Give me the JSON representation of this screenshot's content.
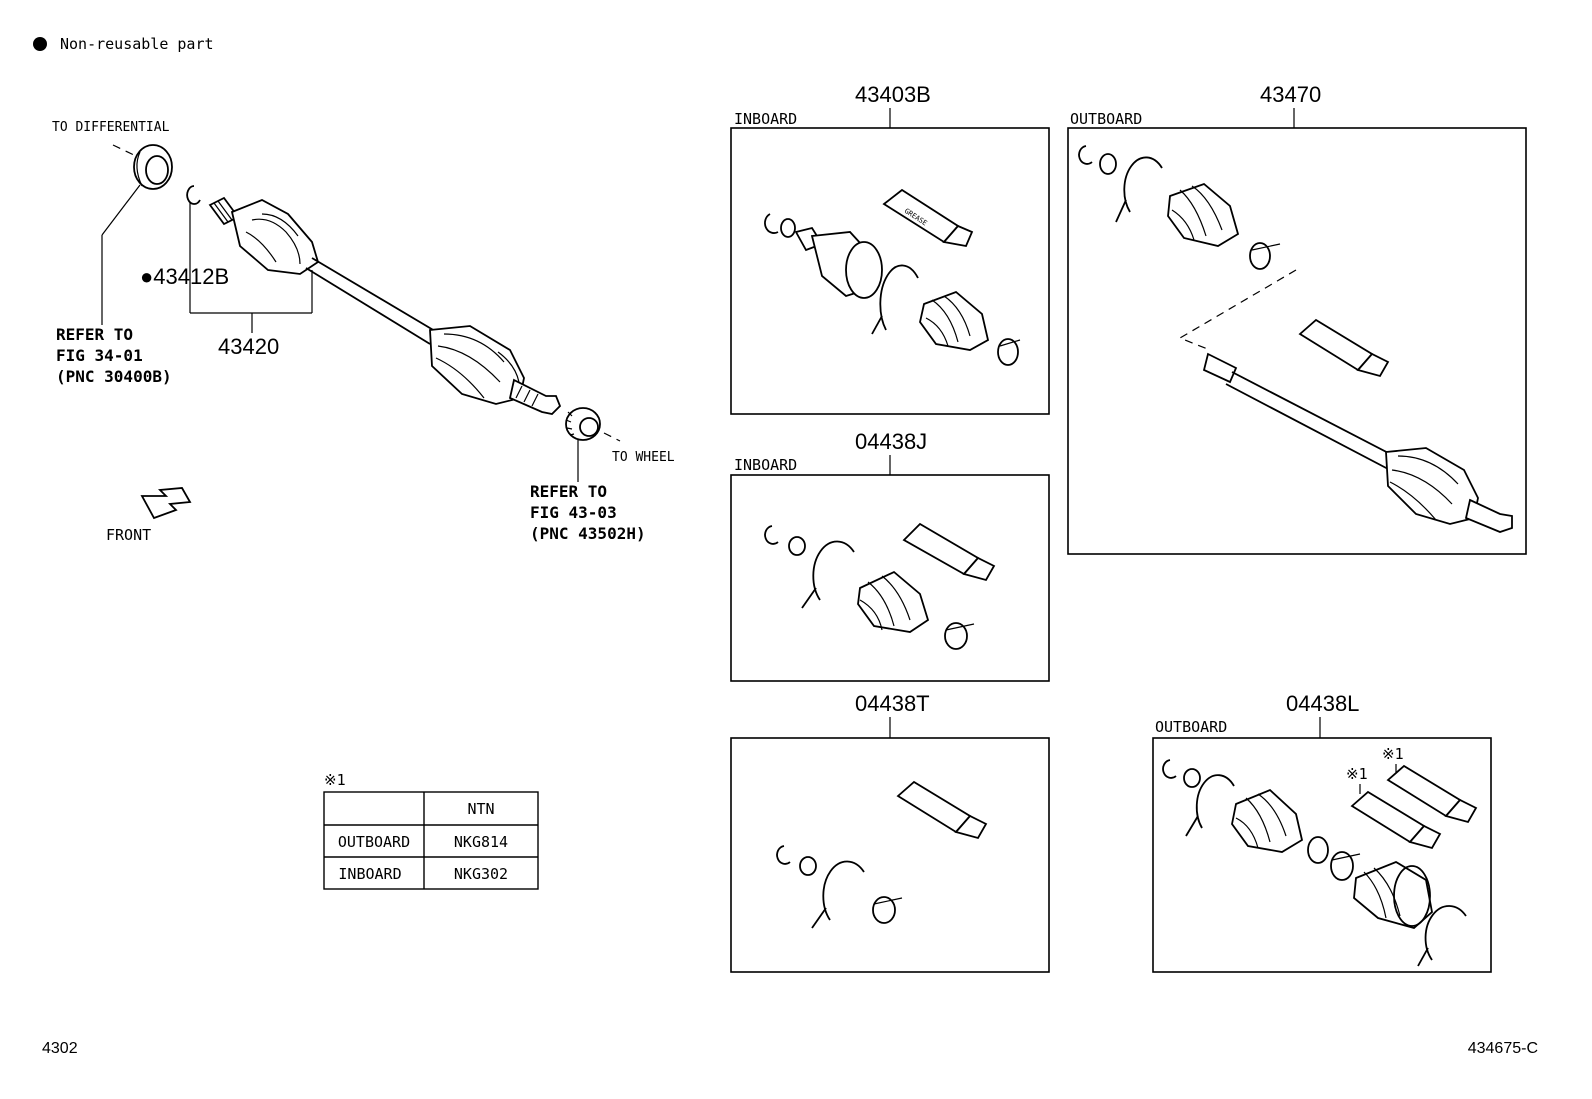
{
  "legend": {
    "symbol": "●",
    "text": "Non-reusable part"
  },
  "main_assembly": {
    "to_differential": "TO DIFFERENTIAL",
    "to_wheel": "TO WHEEL",
    "front": "FRONT",
    "pnc_43412b": "●43412B",
    "pnc_43420": "43420",
    "refer_left": [
      "REFER TO",
      "FIG 34-01",
      "(PNC 30400B)"
    ],
    "refer_right": [
      "REFER TO",
      "FIG 43-03",
      "(PNC 43502H)"
    ]
  },
  "kits": [
    {
      "id": "kit-43403b",
      "pnc": "43403B",
      "side": "INBOARD"
    },
    {
      "id": "kit-43470",
      "pnc": "43470",
      "side": "OUTBOARD"
    },
    {
      "id": "kit-04438j",
      "pnc": "04438J",
      "side": "INBOARD"
    },
    {
      "id": "kit-04438t",
      "pnc": "04438T",
      "side": ""
    },
    {
      "id": "kit-04438l",
      "pnc": "04438L",
      "side": "OUTBOARD",
      "notes": [
        "※1",
        "※1"
      ]
    }
  ],
  "grease_label": "GREASE",
  "note_table": {
    "mark": "※1",
    "header": [
      "",
      "NTN"
    ],
    "rows": [
      [
        "OUTBOARD",
        "NKG814"
      ],
      [
        "INBOARD",
        "NKG302"
      ]
    ]
  },
  "footer": {
    "left": "4302",
    "right": "434675-C"
  }
}
